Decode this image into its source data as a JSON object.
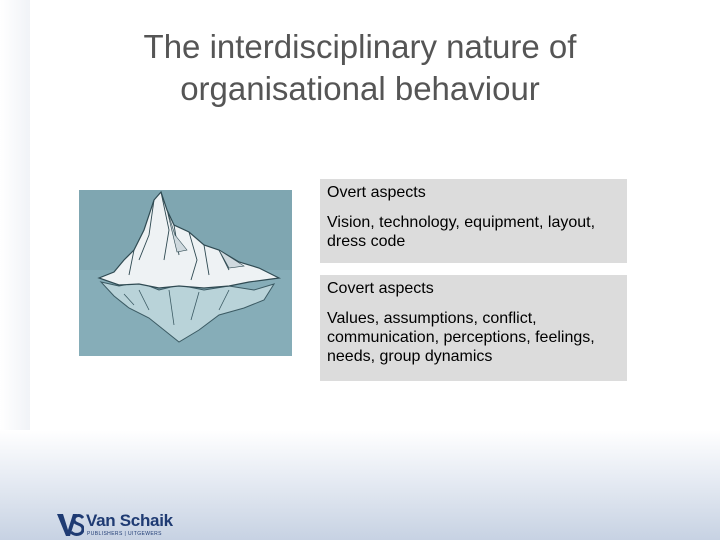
{
  "slide": {
    "title": "The interdisciplinary nature of organisational behaviour"
  },
  "illustration": {
    "subject": "iceberg-image",
    "sky_color": "#7fa6b1",
    "water_color": "#7fa6b1"
  },
  "overt": {
    "heading": "Overt aspects",
    "text": "Vision, technology, equipment, layout, dress code"
  },
  "covert": {
    "heading": "Covert aspects",
    "text": "Values, assumptions, conflict, communication, perceptions, feelings, needs, group dynamics"
  },
  "logo": {
    "name": "Van Schaik",
    "tagline": "PUBLISHERS | UITGEWERS",
    "brand_color": "#1f3b73"
  }
}
